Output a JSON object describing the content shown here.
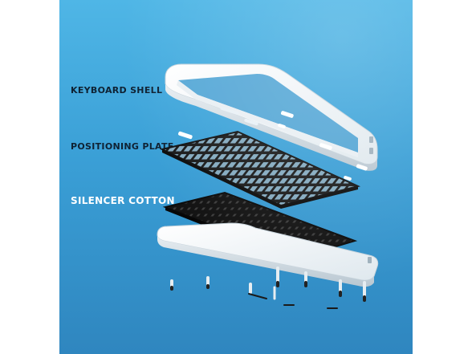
{
  "labels": {
    "keyboard_shell": "KEYBOARD SHELL",
    "positioning_plate": "POSITIONING PLATE",
    "silencer_cotton": "SILENCER COTTON"
  },
  "colors": {
    "background_top": "#4fb6e6",
    "background_bottom": "#2f86bf",
    "shell": "#f3f7fa",
    "plate": "#1c1c1c",
    "cotton": "#141414"
  }
}
